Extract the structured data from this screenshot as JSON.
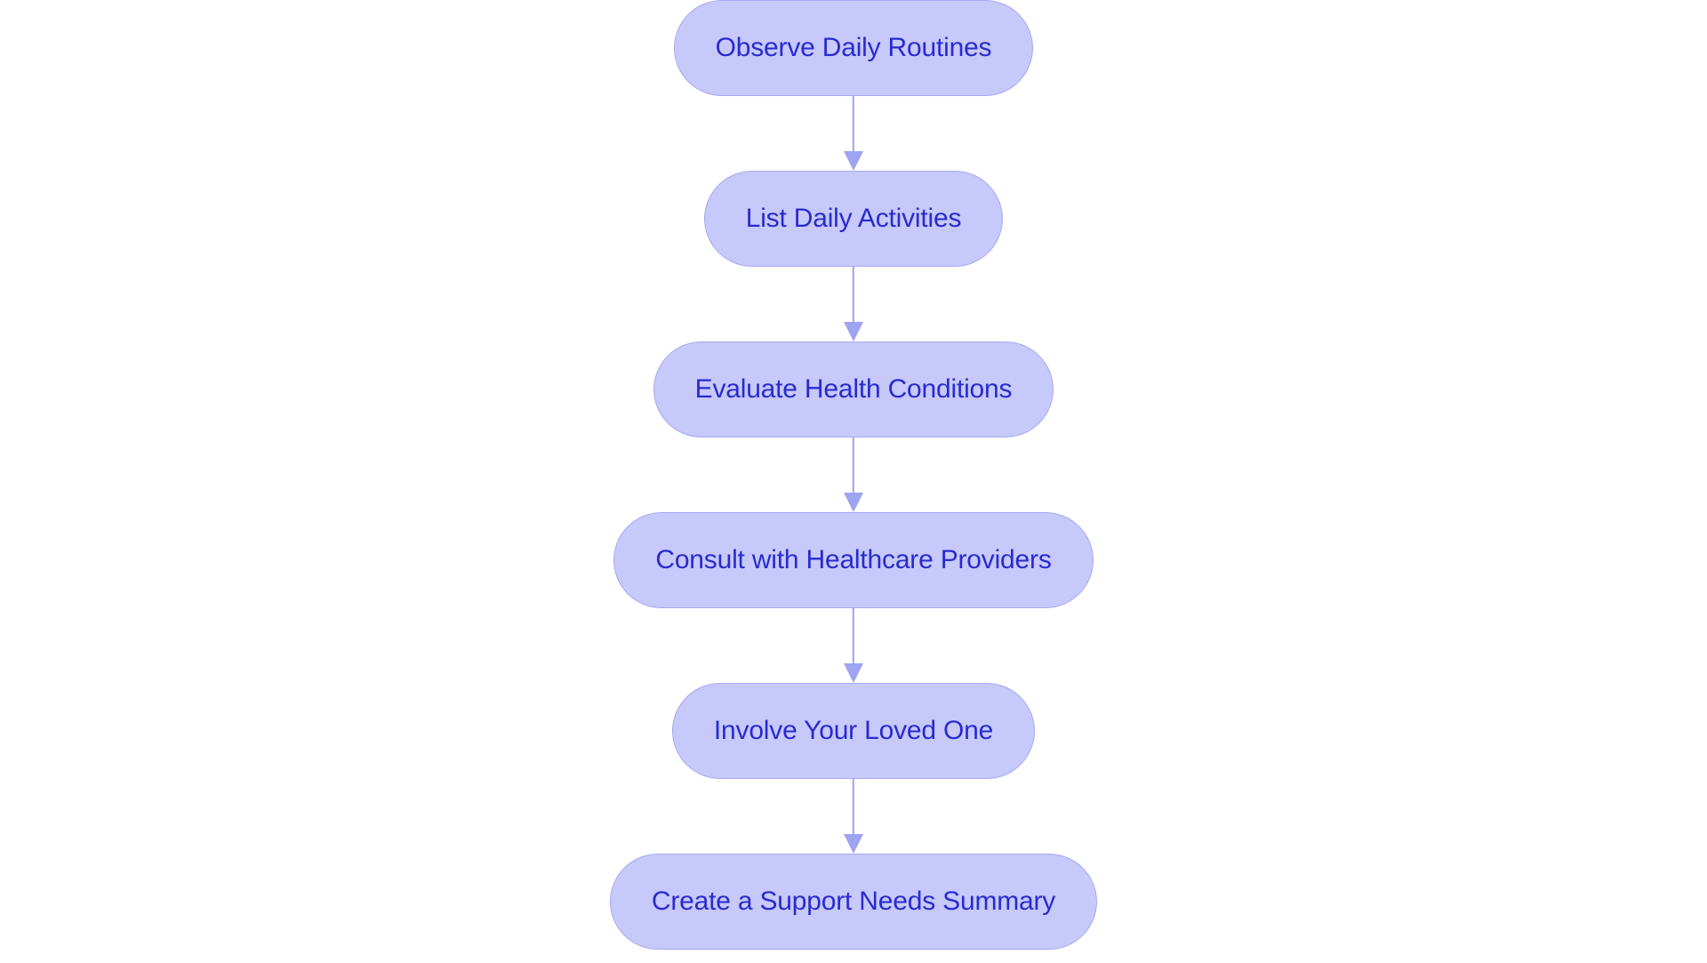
{
  "diagram": {
    "type": "flowchart",
    "orientation": "vertical-top-to-bottom",
    "background_color": "#ffffff",
    "node_fill_color": "#c6c9f9",
    "node_border_color": "#a7aaf0",
    "node_text_color": "#2a2ad0",
    "connector_color": "#9ea3f2",
    "node_shape": "stadium",
    "nodes": [
      {
        "id": "n1",
        "label": "Observe Daily Routines"
      },
      {
        "id": "n2",
        "label": "List Daily Activities"
      },
      {
        "id": "n3",
        "label": "Evaluate Health Conditions"
      },
      {
        "id": "n4",
        "label": "Consult with Healthcare Providers"
      },
      {
        "id": "n5",
        "label": "Involve Your Loved One"
      },
      {
        "id": "n6",
        "label": "Create a Support Needs Summary"
      }
    ],
    "edges": [
      {
        "from": "n1",
        "to": "n2",
        "arrow": "down-arrow"
      },
      {
        "from": "n2",
        "to": "n3",
        "arrow": "down-arrow"
      },
      {
        "from": "n3",
        "to": "n4",
        "arrow": "down-arrow"
      },
      {
        "from": "n4",
        "to": "n5",
        "arrow": "down-arrow"
      },
      {
        "from": "n5",
        "to": "n6",
        "arrow": "down-arrow"
      }
    ]
  }
}
